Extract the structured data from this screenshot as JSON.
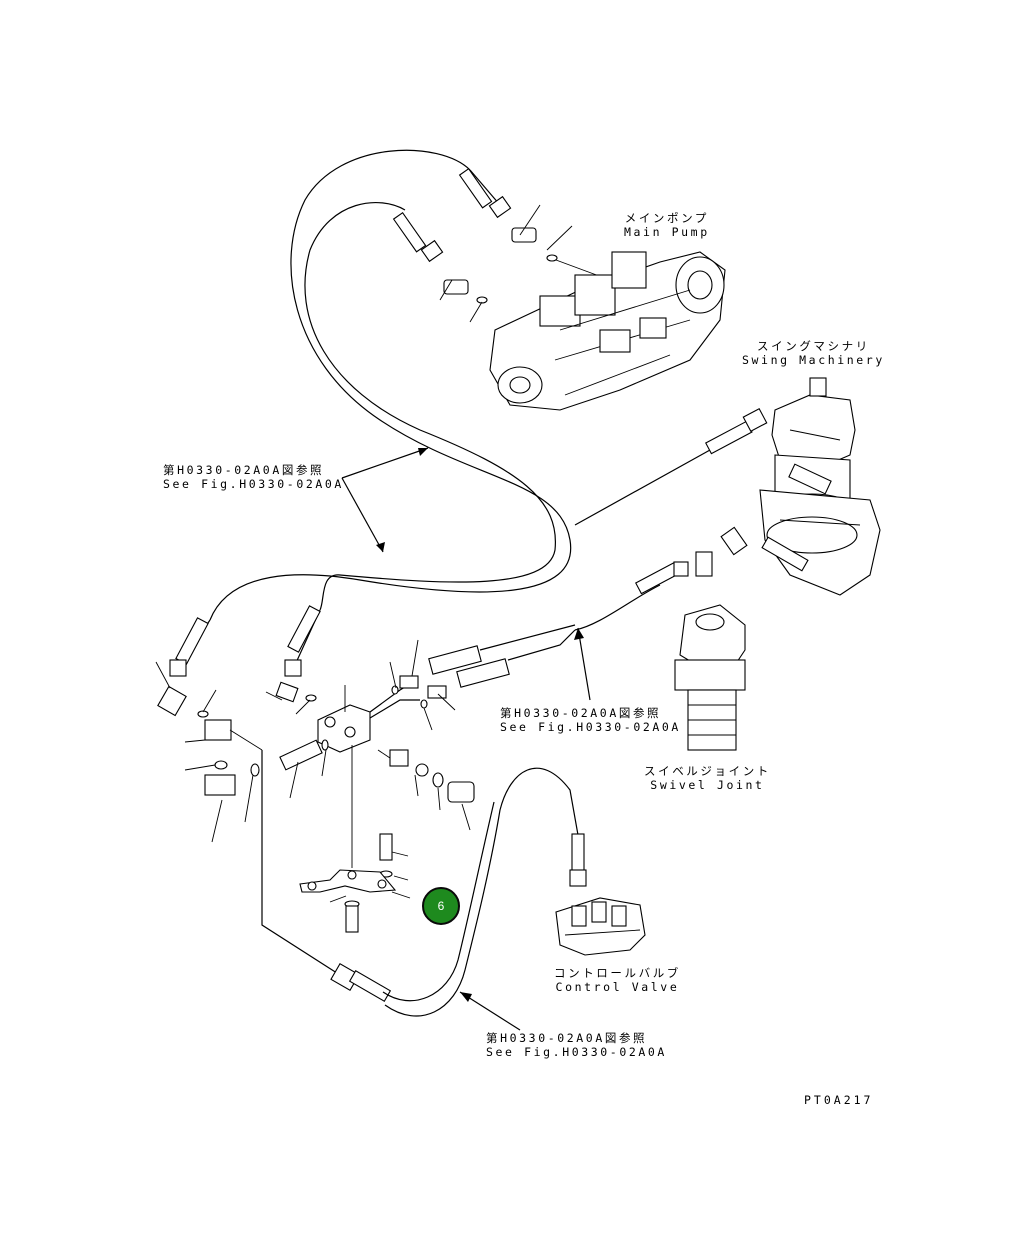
{
  "labels": {
    "main_pump": {
      "jp": "メインポンプ",
      "en": "Main Pump"
    },
    "swing_machinery": {
      "jp": "スイングマシナリ",
      "en": "Swing Machinery"
    },
    "ref_top": {
      "jp": "第H0330-02A0A図参照",
      "en": "See Fig.H0330-02A0A"
    },
    "ref_middle": {
      "jp": "第H0330-02A0A図参照",
      "en": "See Fig.H0330-02A0A"
    },
    "swivel_joint": {
      "jp": "スイベルジョイント",
      "en": "Swivel Joint"
    },
    "control_valve": {
      "jp": "コントロールバルブ",
      "en": "Control Valve"
    },
    "ref_bottom": {
      "jp": "第H0330-02A0A図参照",
      "en": "See Fig.H0330-02A0A"
    }
  },
  "callout": {
    "number": "6",
    "color": "#1e8a1e"
  },
  "drawing_code": "PT0A217"
}
